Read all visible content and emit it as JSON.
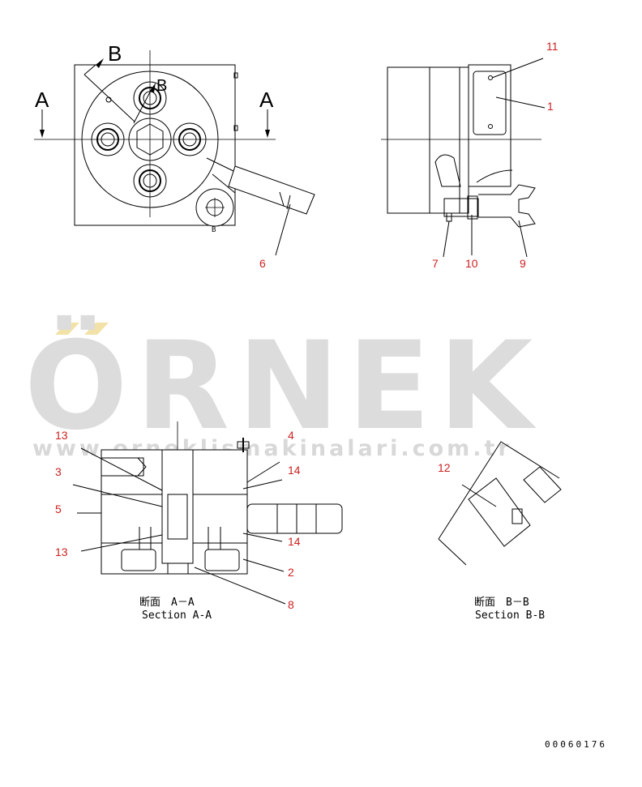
{
  "watermark": {
    "main": "ÖRNEK",
    "url": "www.orneklismakinalari.com.tr",
    "accent_color": "#f2e2a8"
  },
  "views": {
    "top": {
      "arrow_a_left": "A",
      "arrow_a_right": "A",
      "arrow_b_top": "B",
      "arrow_b_inner": "B",
      "small_b": "B"
    },
    "section_aa": {
      "title_jp": "断面　A－A",
      "title_en": "Section A-A"
    },
    "section_bb": {
      "title_jp": "断面　B－B",
      "title_en": "Section B-B"
    }
  },
  "callouts": {
    "c1": "1",
    "c2": "2",
    "c3": "3",
    "c4": "4",
    "c5": "5",
    "c6": "6",
    "c7": "7",
    "c8": "8",
    "c9": "9",
    "c10": "10",
    "c11": "11",
    "c12": "12",
    "c13a": "13",
    "c13b": "13",
    "c14a": "14",
    "c14b": "14"
  },
  "drawing_number": "00060176",
  "colors": {
    "callout": "#cc2222",
    "line": "#000000",
    "watermark": "#dcdcdc"
  }
}
